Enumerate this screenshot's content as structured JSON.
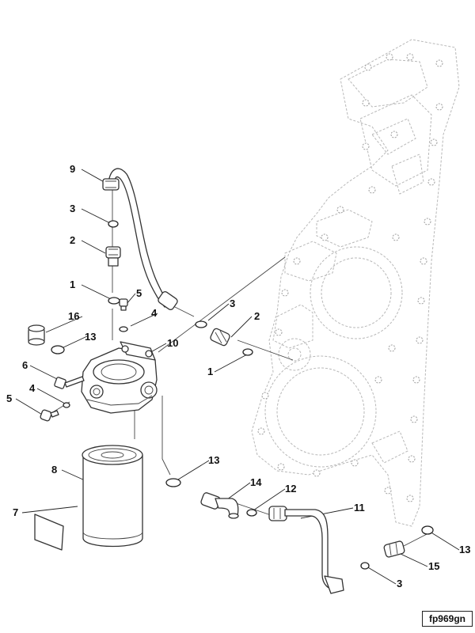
{
  "figure_code": "fp969gn",
  "callouts": {
    "c9": "9",
    "c3a": "3",
    "c2a": "2",
    "c1a": "1",
    "c5a": "5",
    "c4a": "4",
    "c3b": "3",
    "c2b": "2",
    "c1b": "1",
    "c16": "16",
    "c13a": "13",
    "c10": "10",
    "c6": "6",
    "c4b": "4",
    "c5b": "5",
    "c8": "8",
    "c7": "7",
    "c13b": "13",
    "c14": "14",
    "c12": "12",
    "c11": "11",
    "c13c": "13",
    "c15": "15",
    "c3c": "3"
  }
}
